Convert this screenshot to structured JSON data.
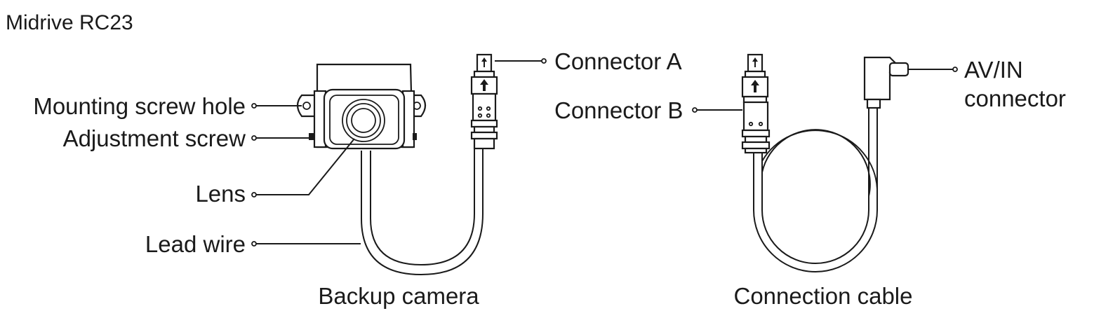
{
  "title": "Midrive RC23",
  "camera": {
    "caption": "Backup camera",
    "labels": {
      "mounting_screw_hole": "Mounting screw hole",
      "adjustment_screw": "Adjustment screw",
      "lens": "Lens",
      "lead_wire": "Lead wire",
      "connector_a": "Connector A"
    }
  },
  "cable": {
    "caption": "Connection cable",
    "labels": {
      "connector_b": "Connector B",
      "av_in_line1": "AV/IN",
      "av_in_line2": "connector"
    }
  }
}
